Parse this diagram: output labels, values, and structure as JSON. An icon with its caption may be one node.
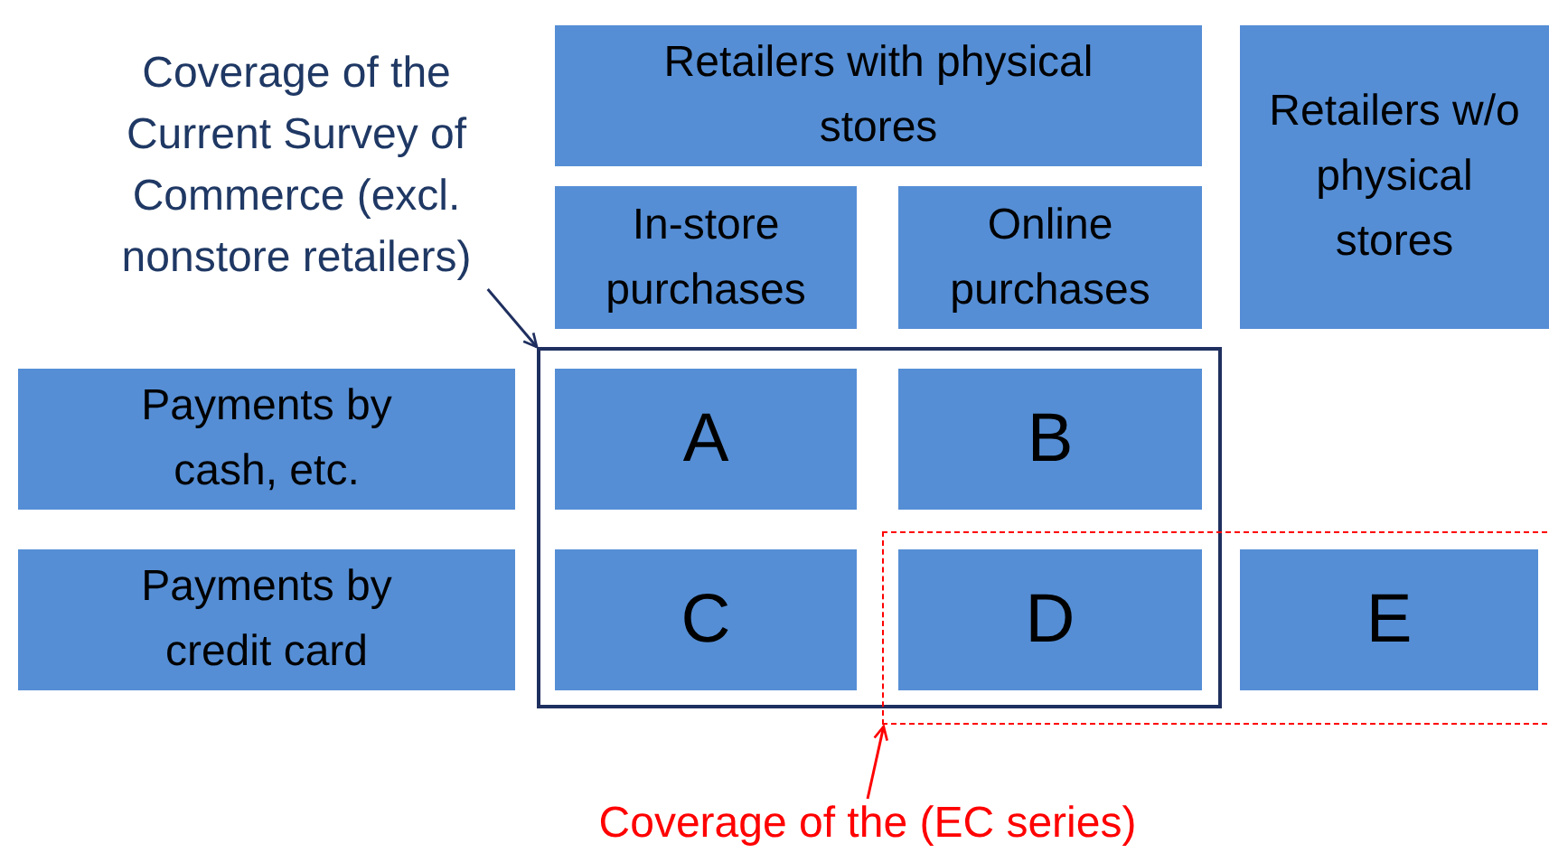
{
  "diagram": {
    "nodes": [
      {
        "text": [
          "Coverage of the Current Survey of Commerce (excl. nonstore retailers)"
        ]
      },
      {
        "text": [
          "Retailers with physical stores"
        ]
      },
      {
        "text": [
          "Retailers w/o physical stores"
        ]
      },
      {
        "text": [
          "In-store purchases"
        ]
      },
      {
        "text": [
          "Online purchases"
        ]
      },
      {
        "text": [],
        "shape": "box"
      },
      {
        "text": [
          "Payments by cash, etc."
        ]
      },
      {
        "text": [
          "A"
        ],
        "in": 5
      },
      {
        "text": [
          "B"
        ],
        "in": 5
      },
      {
        "text": [
          "Payments by credit card"
        ]
      },
      {
        "text": [
          "C"
        ],
        "in": 5
      },
      {
        "text": [],
        "shape": "box"
      },
      {
        "text": [
          "D"
        ]
      },
      {
        "text": [
          "E"
        ],
        "in": 11
      },
      {
        "text": [
          "Coverage of the (EC series)"
        ]
      }
    ],
    "edges": [
      {
        "from": 0,
        "to": 5,
        "arrow": "to"
      },
      {
        "from": 14,
        "to": 11,
        "arrow": "to",
        "color": "#ff0000"
      }
    ]
  }
}
